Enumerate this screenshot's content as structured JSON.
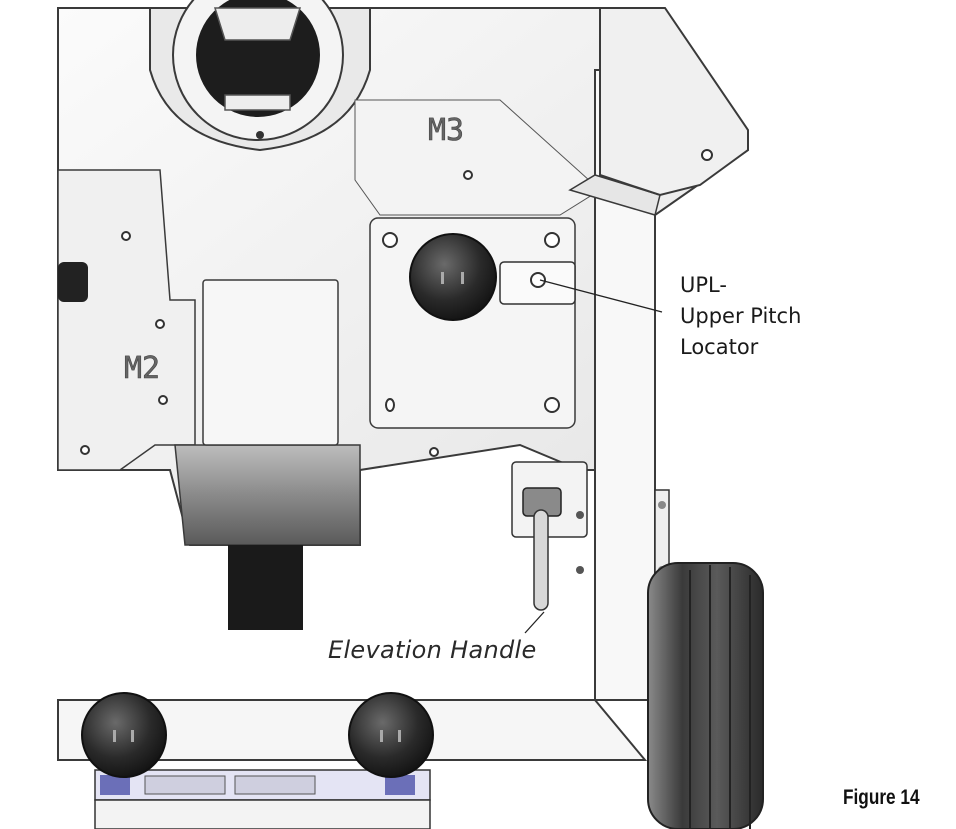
{
  "labels": {
    "m3": "M3",
    "m2": "M2",
    "upl_line1": "UPL-",
    "upl_line2": "Upper Pitch",
    "upl_line3": "Locator",
    "elevation_handle": "Elevation Handle"
  },
  "caption": "Figure 14",
  "colors": {
    "metal_light": "#f2f2f2",
    "metal_shade": "#d9d9d9",
    "outline": "#3a3a3a",
    "knob": "#2b2b2b",
    "tire": "#4a4a4a",
    "accent_blue": "#6b6fb8"
  }
}
